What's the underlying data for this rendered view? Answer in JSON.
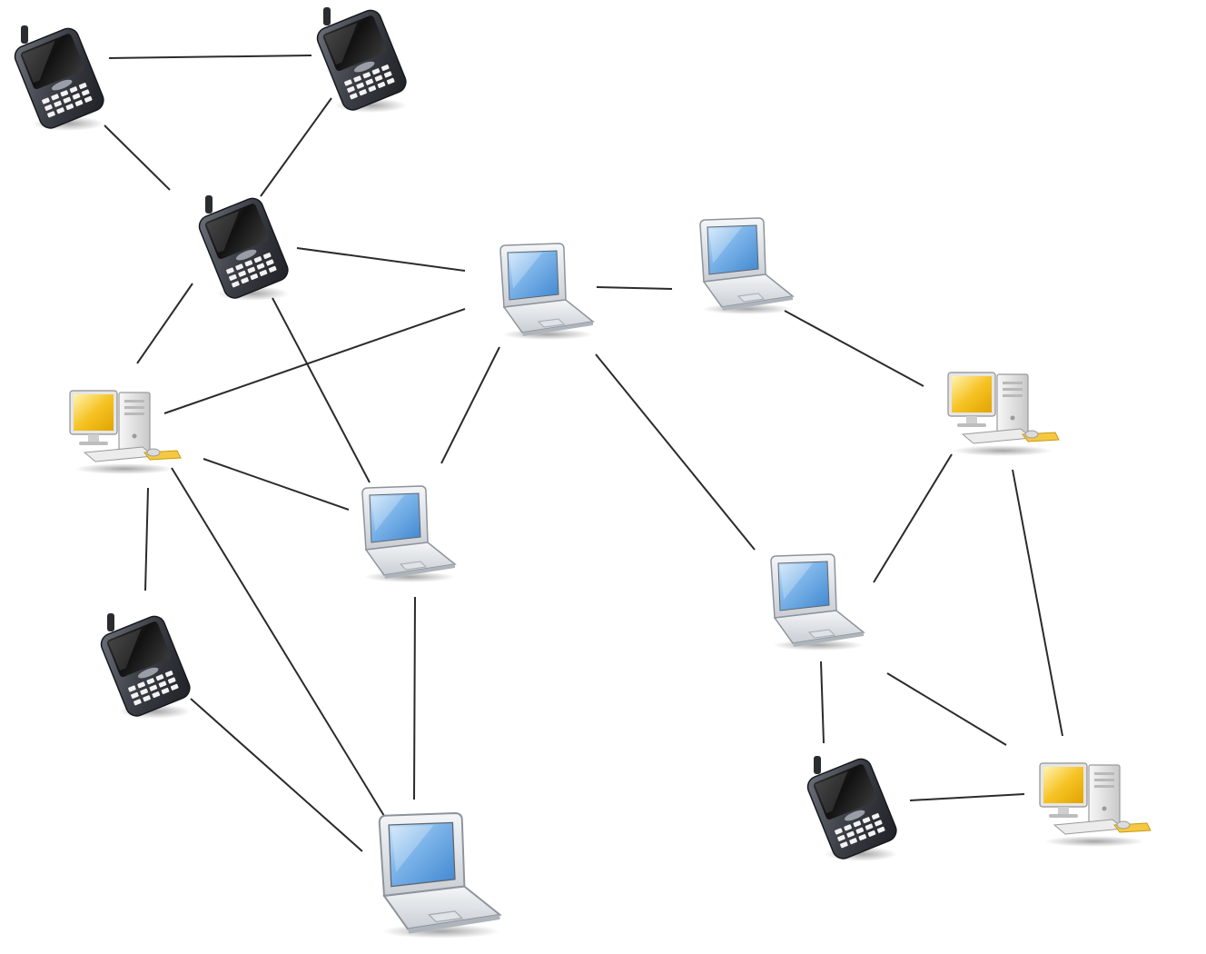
{
  "diagram": {
    "kind": "network-topology",
    "nodes": [
      {
        "id": "phone-1",
        "device": "phone",
        "icon": "smartphone-icon"
      },
      {
        "id": "phone-2",
        "device": "phone",
        "icon": "smartphone-icon"
      },
      {
        "id": "phone-3",
        "device": "phone",
        "icon": "smartphone-icon"
      },
      {
        "id": "desktop-1",
        "device": "desktop",
        "icon": "desktop-computer-icon"
      },
      {
        "id": "laptop-1",
        "device": "laptop",
        "icon": "laptop-icon"
      },
      {
        "id": "laptop-2",
        "device": "laptop",
        "icon": "laptop-icon"
      },
      {
        "id": "laptop-3",
        "device": "laptop",
        "icon": "laptop-icon"
      },
      {
        "id": "desktop-2",
        "device": "desktop",
        "icon": "desktop-computer-icon"
      },
      {
        "id": "phone-4",
        "device": "phone",
        "icon": "smartphone-icon"
      },
      {
        "id": "laptop-4",
        "device": "laptop",
        "icon": "laptop-icon"
      },
      {
        "id": "laptop-5",
        "device": "laptop",
        "icon": "laptop-icon"
      },
      {
        "id": "phone-5",
        "device": "phone",
        "icon": "smartphone-icon"
      },
      {
        "id": "desktop-3",
        "device": "desktop",
        "icon": "desktop-computer-icon"
      }
    ],
    "edges": [
      {
        "from": "phone-1",
        "to": "phone-2"
      },
      {
        "from": "phone-1",
        "to": "phone-3"
      },
      {
        "from": "phone-2",
        "to": "phone-3"
      },
      {
        "from": "phone-3",
        "to": "laptop-1"
      },
      {
        "from": "phone-3",
        "to": "desktop-1"
      },
      {
        "from": "phone-3",
        "to": "laptop-3"
      },
      {
        "from": "laptop-1",
        "to": "laptop-2"
      },
      {
        "from": "laptop-1",
        "to": "desktop-1"
      },
      {
        "from": "laptop-1",
        "to": "laptop-3"
      },
      {
        "from": "laptop-1",
        "to": "laptop-5"
      },
      {
        "from": "laptop-2",
        "to": "desktop-2"
      },
      {
        "from": "desktop-1",
        "to": "laptop-3"
      },
      {
        "from": "desktop-1",
        "to": "phone-4"
      },
      {
        "from": "desktop-1",
        "to": "laptop-4"
      },
      {
        "from": "laptop-3",
        "to": "laptop-4"
      },
      {
        "from": "phone-4",
        "to": "laptop-4"
      },
      {
        "from": "desktop-2",
        "to": "laptop-5"
      },
      {
        "from": "desktop-2",
        "to": "desktop-3"
      },
      {
        "from": "laptop-5",
        "to": "phone-5"
      },
      {
        "from": "laptop-5",
        "to": "desktop-3"
      },
      {
        "from": "phone-5",
        "to": "desktop-3"
      }
    ],
    "colors": {
      "line": "#2b2b2b",
      "phone_body": "#3a3d44",
      "phone_screen": "#1a1a1a",
      "laptop_body": "#e3e6ea",
      "laptop_screen": "#7fb6ea",
      "desktop_screen": "#f6c325",
      "desktop_case": "#e9e9e9"
    }
  }
}
